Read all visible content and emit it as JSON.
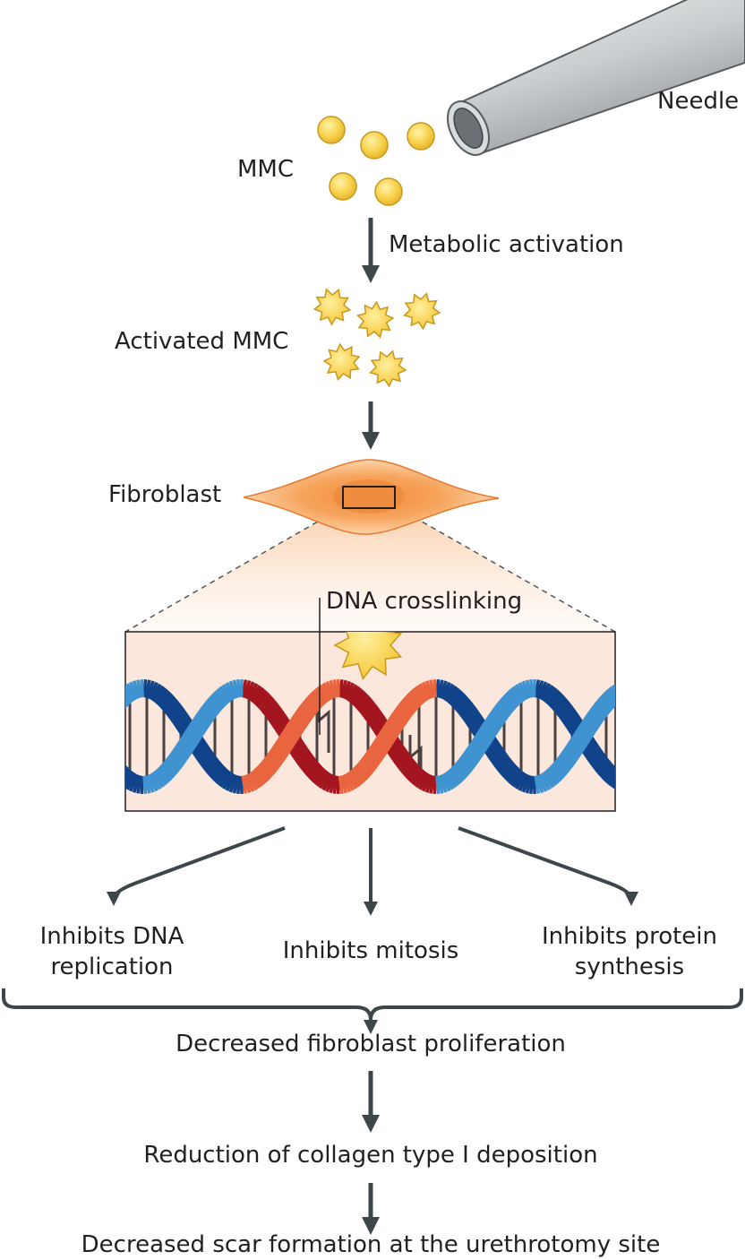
{
  "labels": {
    "needle": "Needle",
    "mmc": "MMC",
    "metabolic_activation": "Metabolic activation",
    "activated_mmc": "Activated MMC",
    "fibroblast": "Fibroblast",
    "dna_crosslinking": "DNA crosslinking",
    "inhibits_dna_replication": [
      "Inhibits DNA",
      "replication"
    ],
    "inhibits_mitosis": "Inhibits mitosis",
    "inhibits_protein_synthesis": [
      "Inhibits protein",
      "synthesis"
    ],
    "decreased_proliferation": "Decreased fibroblast proliferation",
    "reduction_collagen": "Reduction of collagen type I deposition",
    "decreased_scar": "Decreased scar formation at the urethrotomy site"
  },
  "colors": {
    "arrow": "#3d4649",
    "mmc_fill": "#f8d34e",
    "mmc_stroke": "#c9971c",
    "fibroblast_fill": "#f6a45c",
    "strand_red": "#a3161f",
    "strand_blue": "#10438a",
    "strand_orange": "#e8653f",
    "strand_light_blue": "#3f93d0",
    "rung": "#4a4140",
    "dna_bg": "#fbe7db"
  },
  "icons": {
    "needle": "needle-icon",
    "mmc": "mmc-particle-icon",
    "activated_mmc": "activated-mmc-star-icon",
    "fibroblast": "fibroblast-cell-icon",
    "dna": "dna-helix-icon"
  }
}
